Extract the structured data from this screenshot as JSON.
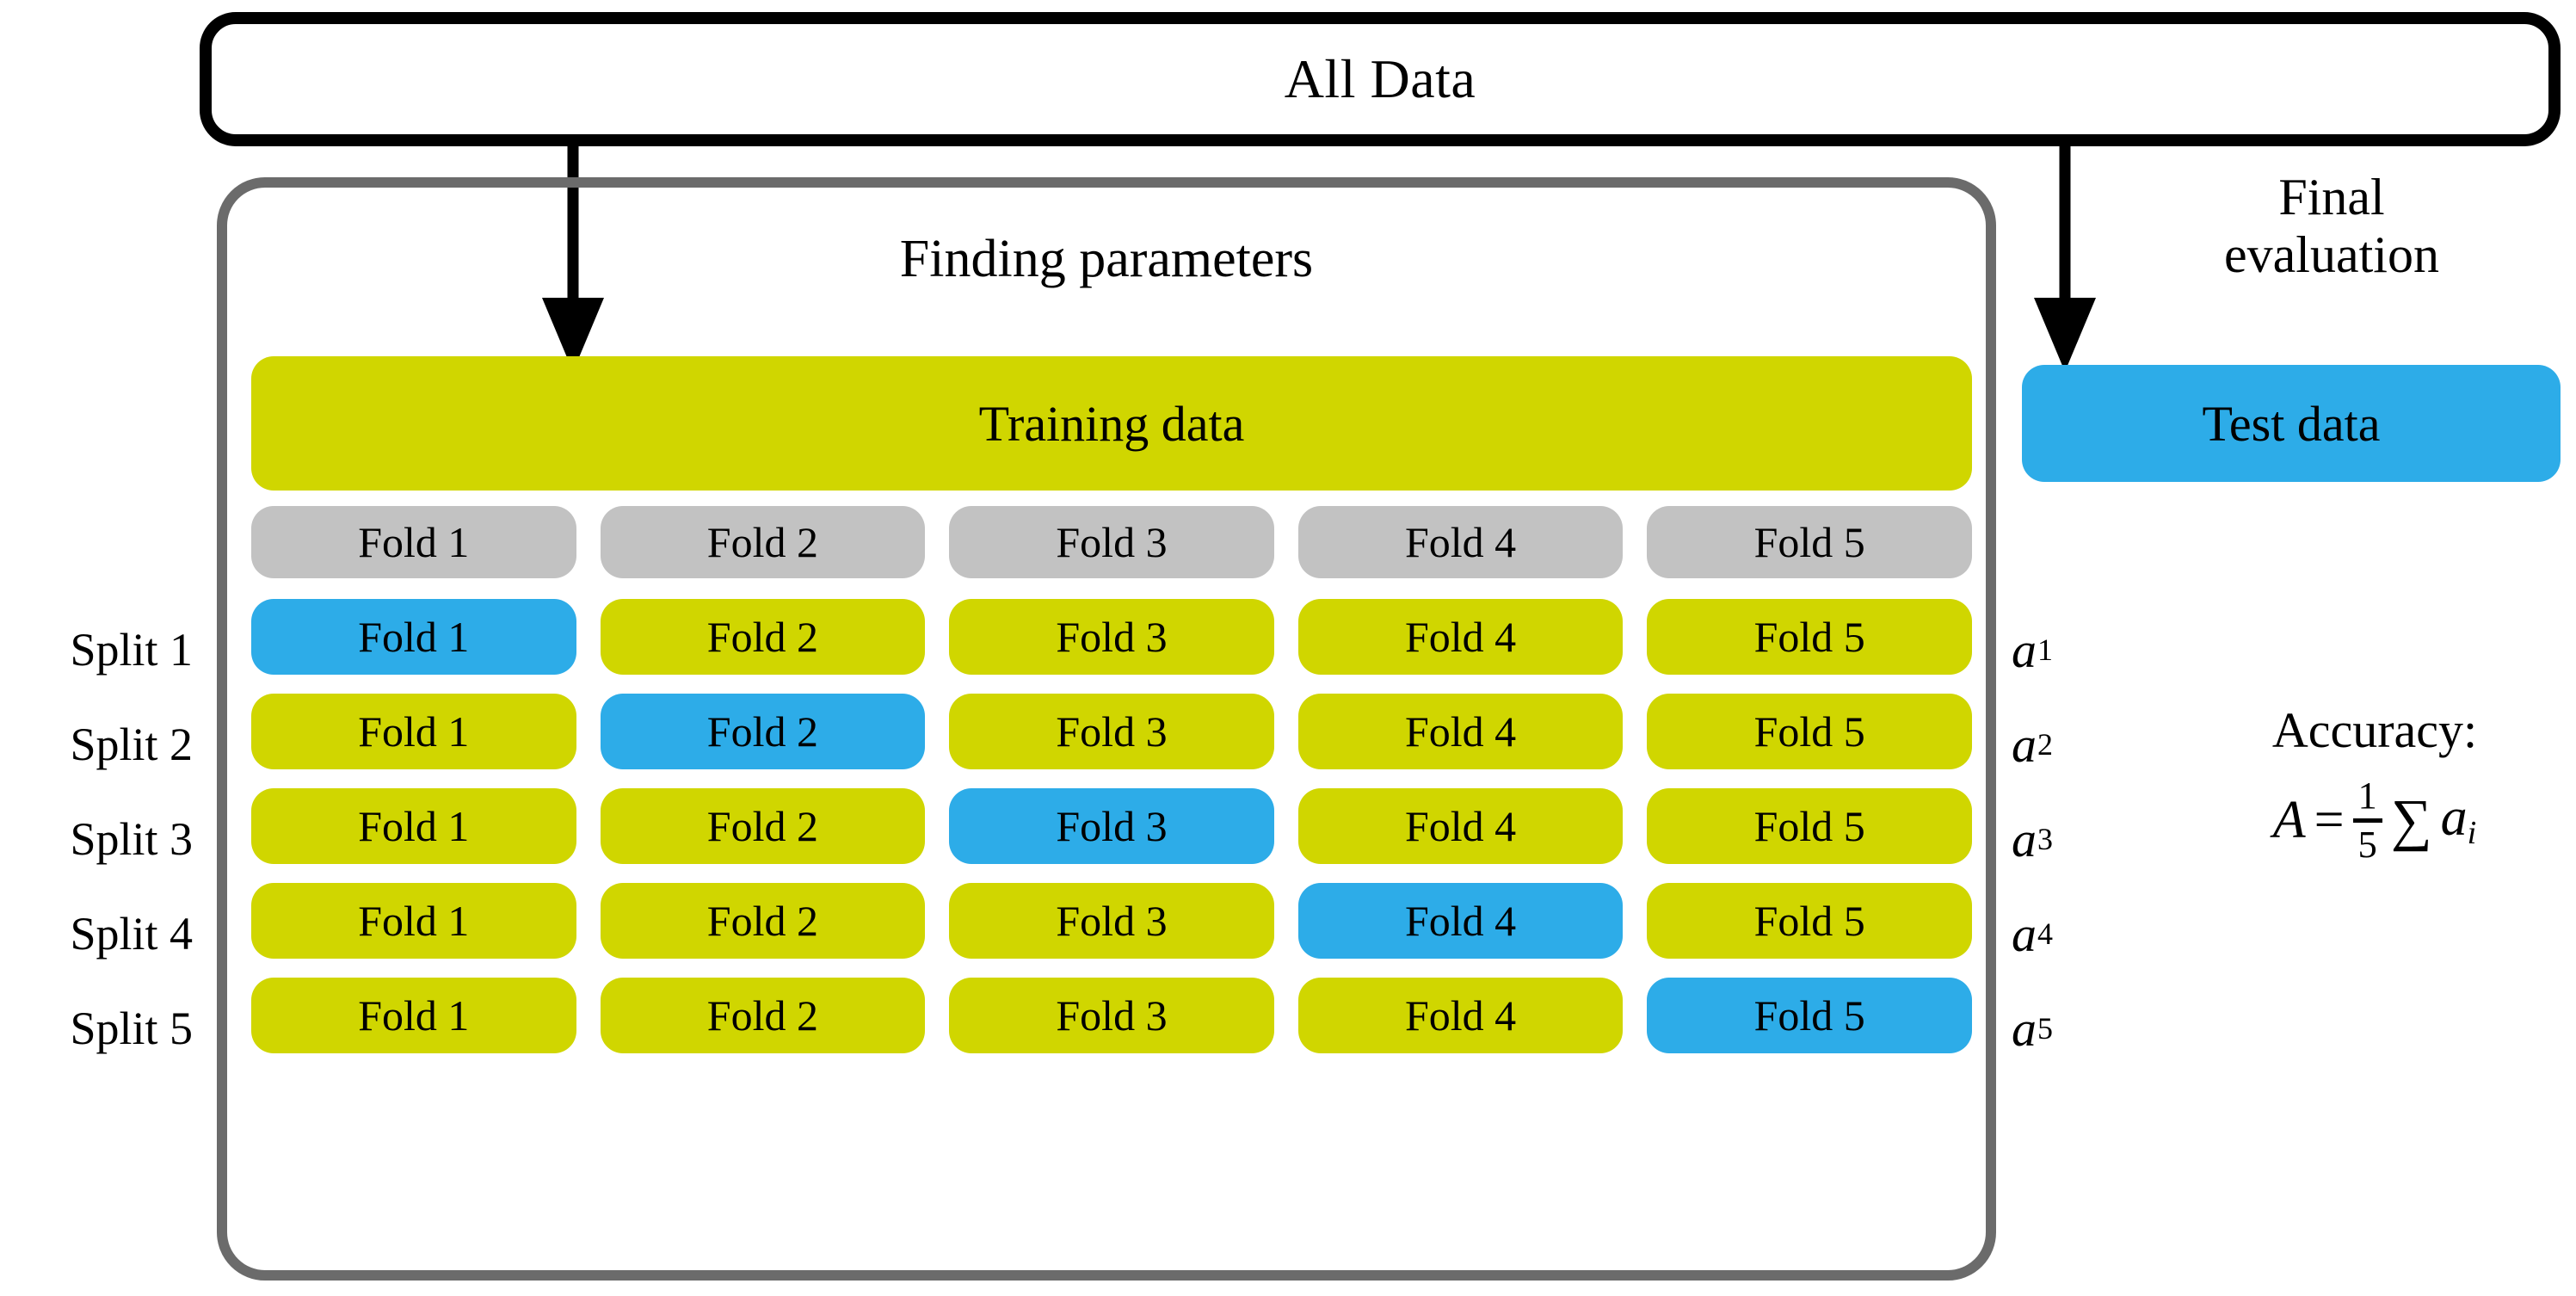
{
  "diagram": {
    "title": "Cross-validation splitting diagram",
    "all_data_label": "All Data",
    "finding_parameters_label": "Finding parameters",
    "final_evaluation_label": "Final\nevaluation",
    "final_evaluation_line1": "Final",
    "final_evaluation_line2": "evaluation",
    "training_data_label": "Training data",
    "test_data_label": "Test data"
  },
  "colors": {
    "training_yellow": "#d0d600",
    "validation_blue": "#2dace8",
    "fold_header_gray": "#c2c2c2",
    "container_border_gray": "#6b6b6b",
    "outline_black": "#000000",
    "background": "#ffffff"
  },
  "fold_header": {
    "labels": [
      "Fold 1",
      "Fold 2",
      "Fold 3",
      "Fold 4",
      "Fold 5"
    ]
  },
  "splits": [
    {
      "split_label": "Split 1",
      "accuracy_symbol": "a",
      "accuracy_index": "1",
      "folds": [
        {
          "label": "Fold 1",
          "role": "valid"
        },
        {
          "label": "Fold 2",
          "role": "train"
        },
        {
          "label": "Fold 3",
          "role": "train"
        },
        {
          "label": "Fold 4",
          "role": "train"
        },
        {
          "label": "Fold 5",
          "role": "train"
        }
      ]
    },
    {
      "split_label": "Split 2",
      "accuracy_symbol": "a",
      "accuracy_index": "2",
      "folds": [
        {
          "label": "Fold 1",
          "role": "train"
        },
        {
          "label": "Fold 2",
          "role": "valid"
        },
        {
          "label": "Fold 3",
          "role": "train"
        },
        {
          "label": "Fold 4",
          "role": "train"
        },
        {
          "label": "Fold 5",
          "role": "train"
        }
      ]
    },
    {
      "split_label": "Split 3",
      "accuracy_symbol": "a",
      "accuracy_index": "3",
      "folds": [
        {
          "label": "Fold 1",
          "role": "train"
        },
        {
          "label": "Fold 2",
          "role": "train"
        },
        {
          "label": "Fold 3",
          "role": "valid"
        },
        {
          "label": "Fold 4",
          "role": "train"
        },
        {
          "label": "Fold 5",
          "role": "train"
        }
      ]
    },
    {
      "split_label": "Split 4",
      "accuracy_symbol": "a",
      "accuracy_index": "4",
      "folds": [
        {
          "label": "Fold 1",
          "role": "train"
        },
        {
          "label": "Fold 2",
          "role": "train"
        },
        {
          "label": "Fold 3",
          "role": "train"
        },
        {
          "label": "Fold 4",
          "role": "valid"
        },
        {
          "label": "Fold 5",
          "role": "train"
        }
      ]
    },
    {
      "split_label": "Split 5",
      "accuracy_symbol": "a",
      "accuracy_index": "5",
      "folds": [
        {
          "label": "Fold 1",
          "role": "train"
        },
        {
          "label": "Fold 2",
          "role": "train"
        },
        {
          "label": "Fold 3",
          "role": "train"
        },
        {
          "label": "Fold 4",
          "role": "train"
        },
        {
          "label": "Fold 5",
          "role": "valid"
        }
      ]
    }
  ],
  "accuracy": {
    "label": "Accuracy:",
    "lhs": "A",
    "equals": "=",
    "numerator": "1",
    "denominator": "5",
    "sigma": "∑",
    "term": "a",
    "term_index": "i",
    "formula_text": "A = 1/5 ∑ aᵢ"
  },
  "arrows": [
    {
      "name": "arrow-to-training-data",
      "glyph": "down-arrow"
    },
    {
      "name": "arrow-to-test-data",
      "glyph": "down-arrow"
    }
  ]
}
